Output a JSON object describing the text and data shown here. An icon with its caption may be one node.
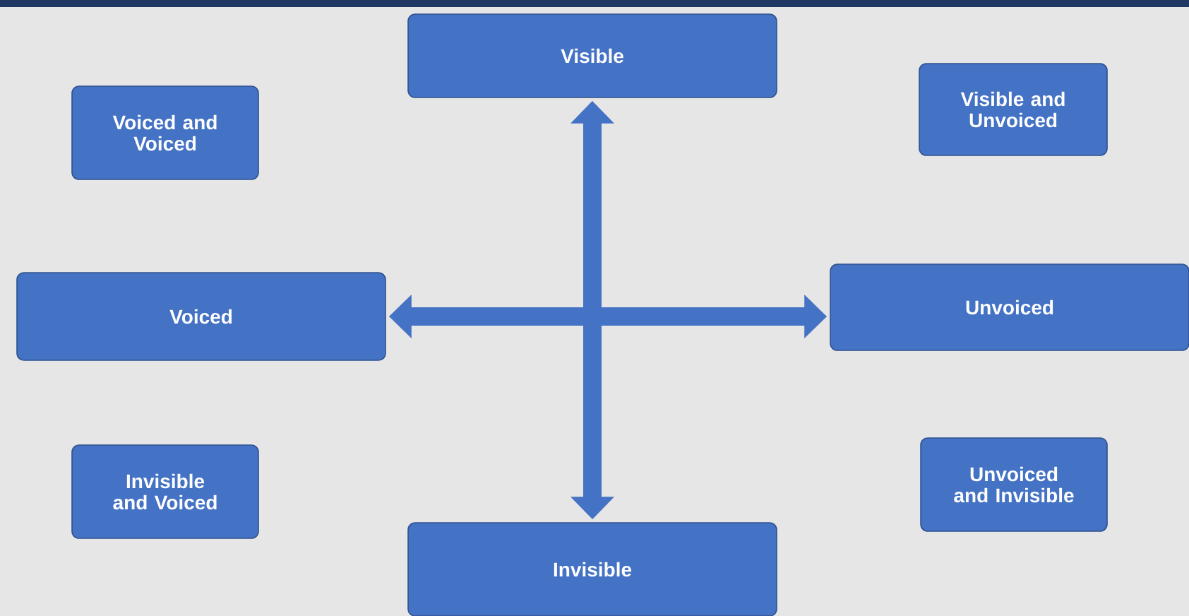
{
  "diagram": {
    "nodes": [
      {
        "text": [
          "Visible"
        ]
      },
      {
        "text": [
          "Voiced and Voiced"
        ]
      },
      {
        "text": [
          "Visible and Unvoiced"
        ]
      },
      {
        "text": [
          "Voiced"
        ]
      },
      {
        "text": [
          "Unvoiced"
        ]
      },
      {
        "text": [
          "Invisible and Voiced"
        ]
      },
      {
        "text": [
          "Unvoiced and Invisible"
        ]
      },
      {
        "text": [
          "Invisible"
        ]
      }
    ],
    "edges": [
      {
        "from": 0,
        "to": 7,
        "arrow": "both"
      },
      {
        "from": 3,
        "to": 4,
        "arrow": "both"
      }
    ]
  }
}
